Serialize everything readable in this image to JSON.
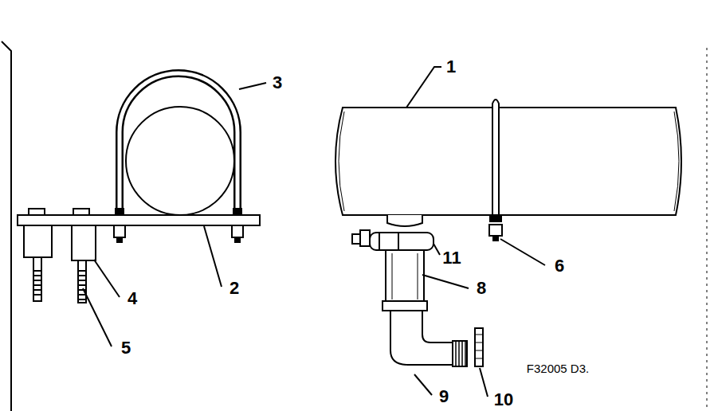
{
  "diagram": {
    "labels": [
      "3",
      "1",
      "6",
      "11",
      "2",
      "8",
      "4",
      "5",
      "9",
      "10",
      "F32005 D3."
    ]
  }
}
